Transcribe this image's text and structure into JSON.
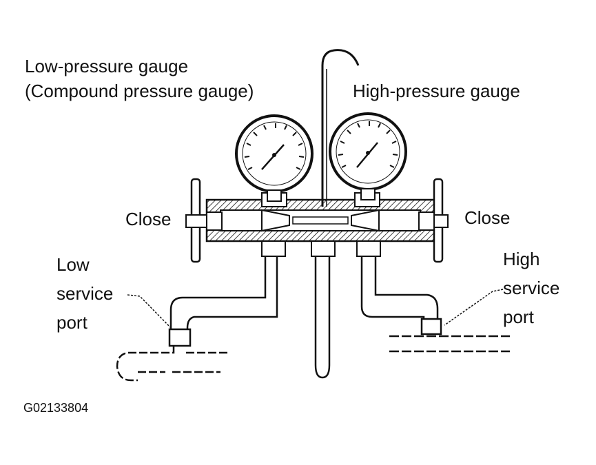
{
  "labels": {
    "low_gauge_line1": "Low-pressure gauge",
    "low_gauge_line2": "(Compound pressure gauge)",
    "high_gauge": "High-pressure gauge",
    "close_left": "Close",
    "close_right": "Close",
    "low_port_line1": "Low",
    "low_port_line2": "service",
    "low_port_line3": "port",
    "high_port_line1": "High",
    "high_port_line2": "service",
    "high_port_line3": "port",
    "figure_id": "G02133804"
  },
  "colors": {
    "ink": "#111111",
    "background": "#ffffff"
  }
}
